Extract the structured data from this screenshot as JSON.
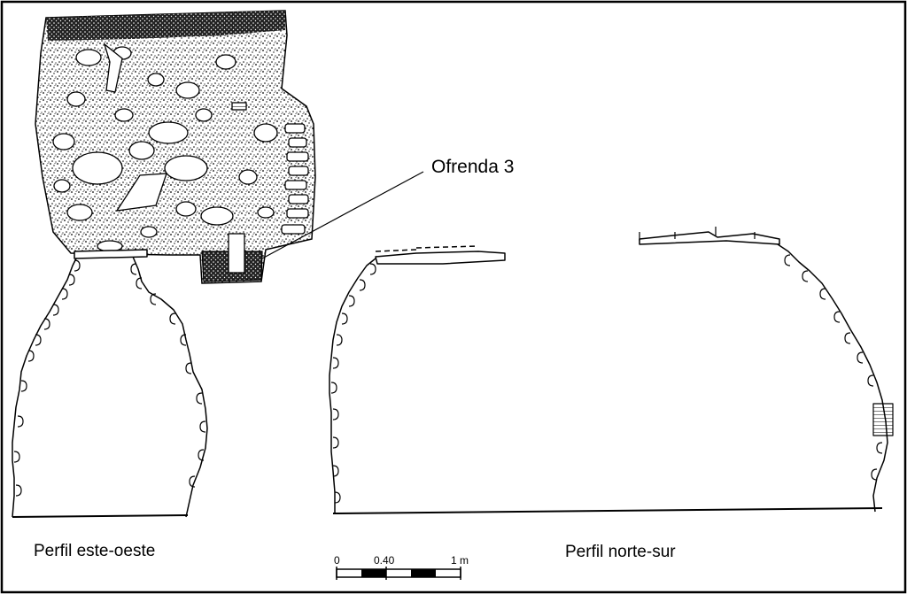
{
  "labels": {
    "offering": "Ofrenda 3",
    "profile_east_west": "Perfil este-oeste",
    "profile_north_south": "Perfil norte-sur"
  },
  "scale_bar": {
    "ticks": [
      "0",
      "0.40",
      "1 m"
    ]
  },
  "colors": {
    "ink": "#000000",
    "paper": "#ffffff"
  }
}
